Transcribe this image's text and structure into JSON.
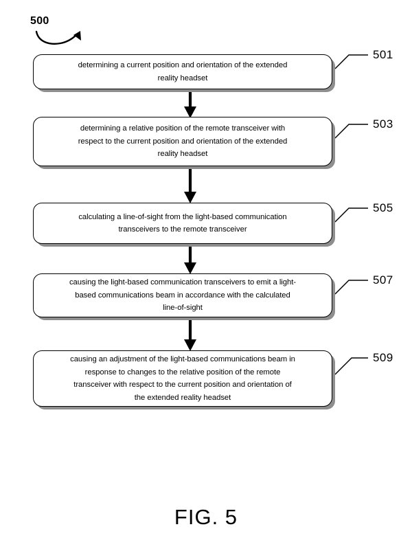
{
  "figure": {
    "caption": "FIG. 5",
    "flow_label": "500",
    "background_color": "#ffffff",
    "stroke_color": "#000000",
    "shadow_color": "#8e8e8e"
  },
  "flowchart": {
    "type": "vertical-flowchart",
    "orientation": "top-to-bottom",
    "step_count": 5,
    "steps": [
      {
        "ref": "501",
        "text": "determining a current position and orientation of the extended\nreality headset",
        "lines": [
          "determining a current position and orientation of the extended",
          "reality headset"
        ]
      },
      {
        "ref": "503",
        "text": "determining a relative position of the remote transceiver with\nrespect to the current position and orientation of the extended\nreality headset",
        "lines": [
          "determining a relative position of the remote transceiver with",
          "respect to the current position and orientation of the extended",
          "reality headset"
        ]
      },
      {
        "ref": "505",
        "text": "calculating a line-of-sight from the light-based communication\ntransceivers to the remote transceiver",
        "lines": [
          "calculating a line-of-sight from the light-based communication",
          "transceivers to the remote transceiver"
        ]
      },
      {
        "ref": "507",
        "text": "causing the light-based communication transceivers to emit a light-\nbased communications beam in accordance with the calculated\nline-of-sight",
        "lines": [
          "causing the light-based communication transceivers to emit a light-",
          "based communications beam in accordance with the calculated",
          "line-of-sight"
        ]
      },
      {
        "ref": "509",
        "text": "causing an adjustment of the light-based communications beam in\nresponse to changes to the relative position of the remote\ntransceiver with respect to the current position and orientation of\nthe extended reality headset",
        "lines": [
          "causing an adjustment of the light-based communications beam in",
          "response to changes to the relative position of the remote",
          "transceiver with respect to the current position and orientation of",
          "the extended reality headset"
        ]
      }
    ],
    "connectors": [
      {
        "from": "501",
        "to": "503"
      },
      {
        "from": "503",
        "to": "505"
      },
      {
        "from": "505",
        "to": "507"
      },
      {
        "from": "507",
        "to": "509"
      }
    ]
  }
}
